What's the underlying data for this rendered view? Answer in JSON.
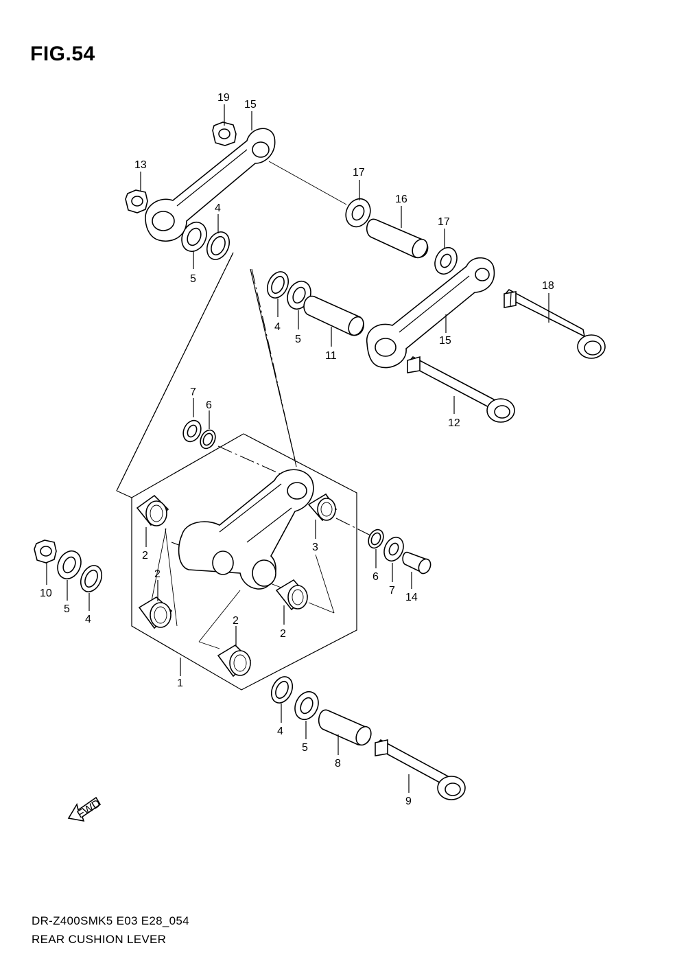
{
  "figure": {
    "title": "FIG.54",
    "model_code": "DR-Z400SMK5 E03 E28_054",
    "name": "REAR CUSHION LEVER",
    "fwd_label": "FWD"
  },
  "callouts": [
    "19",
    "15",
    "13",
    "4",
    "5",
    "17",
    "16",
    "17",
    "18",
    "4",
    "5",
    "11",
    "15",
    "12",
    "7",
    "6",
    "2",
    "3",
    "2",
    "6",
    "7",
    "14",
    "10",
    "5",
    "4",
    "2",
    "2",
    "1",
    "4",
    "5",
    "8",
    "9"
  ]
}
